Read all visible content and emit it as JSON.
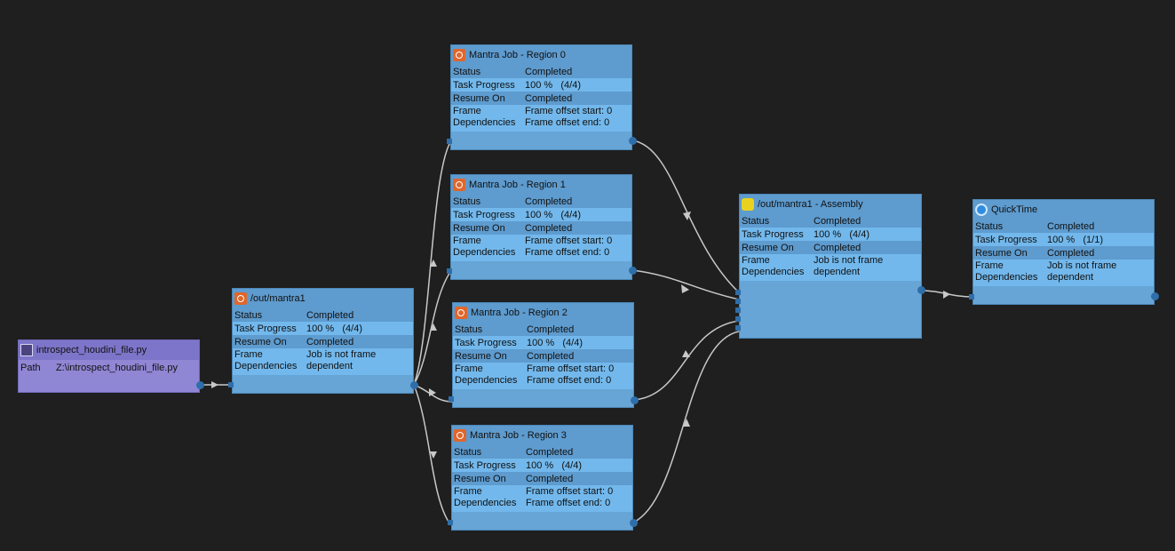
{
  "nodes": {
    "script": {
      "title": "introspect_houdini_file.py",
      "path_label": "Path",
      "path_value": "Z:\\introspect_houdini_file.py"
    },
    "mantra": {
      "title": "/out/mantra1",
      "status_label": "Status",
      "status": "Completed",
      "progress_label": "Task Progress",
      "progress": "100 %   (4/4)",
      "resume_label": "Resume On",
      "resume": "Completed",
      "frame_label": "Frame\nDependencies",
      "frame": "Job is not frame\ndependent"
    },
    "region0": {
      "title": "Mantra Job - Region 0",
      "status_label": "Status",
      "status": "Completed",
      "progress_label": "Task Progress",
      "progress": "100 %   (4/4)",
      "resume_label": "Resume On",
      "resume": "Completed",
      "frame_label": "Frame\nDependencies",
      "frame": "Frame offset start: 0\nFrame offset end: 0"
    },
    "region1": {
      "title": "Mantra Job - Region 1",
      "status_label": "Status",
      "status": "Completed",
      "progress_label": "Task Progress",
      "progress": "100 %   (4/4)",
      "resume_label": "Resume On",
      "resume": "Completed",
      "frame_label": "Frame\nDependencies",
      "frame": "Frame offset start: 0\nFrame offset end: 0"
    },
    "region2": {
      "title": "Mantra Job - Region 2",
      "status_label": "Status",
      "status": "Completed",
      "progress_label": "Task Progress",
      "progress": "100 %   (4/4)",
      "resume_label": "Resume On",
      "resume": "Completed",
      "frame_label": "Frame\nDependencies",
      "frame": "Frame offset start: 0\nFrame offset end: 0"
    },
    "region3": {
      "title": "Mantra Job - Region 3",
      "status_label": "Status",
      "status": "Completed",
      "progress_label": "Task Progress",
      "progress": "100 %   (4/4)",
      "resume_label": "Resume On",
      "resume": "Completed",
      "frame_label": "Frame\nDependencies",
      "frame": "Frame offset start: 0\nFrame offset end: 0"
    },
    "assembly": {
      "title": "/out/mantra1 - Assembly",
      "status_label": "Status",
      "status": "Completed",
      "progress_label": "Task Progress",
      "progress": "100 %   (4/4)",
      "resume_label": "Resume On",
      "resume": "Completed",
      "frame_label": "Frame\nDependencies",
      "frame": "Job is not frame\ndependent"
    },
    "quicktime": {
      "title": "QuickTime",
      "status_label": "Status",
      "status": "Completed",
      "progress_label": "Task Progress",
      "progress": "100 %   (1/1)",
      "resume_label": "Resume On",
      "resume": "Completed",
      "frame_label": "Frame\nDependencies",
      "frame": "Job is not frame\ndependent"
    }
  },
  "icons": {
    "script": "script-icon",
    "mantra": "houdini-icon",
    "assembly": "puzzle-icon",
    "quicktime": "quicktime-icon"
  },
  "colors": {
    "background": "#1f1f1f",
    "job_node": "#66a5d6",
    "script_node": "#8f86d4",
    "edge": "#c8c8c8",
    "port": "#2f6ea8"
  }
}
